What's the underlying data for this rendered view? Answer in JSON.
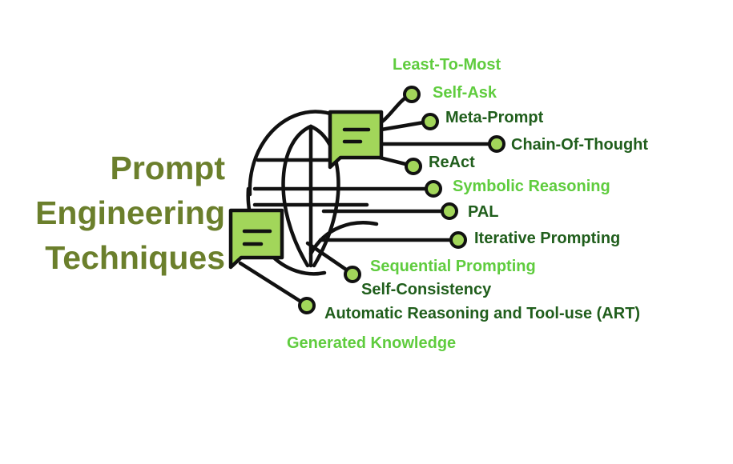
{
  "title": {
    "lines": [
      "Prompt",
      "Engineering",
      "Techniques"
    ]
  },
  "techniques": [
    {
      "label": "Least-To-Most",
      "tone": "light"
    },
    {
      "label": "Self-Ask",
      "tone": "light"
    },
    {
      "label": "Meta-Prompt",
      "tone": "dark"
    },
    {
      "label": "Chain-Of-Thought",
      "tone": "dark"
    },
    {
      "label": "ReAct",
      "tone": "dark"
    },
    {
      "label": "Symbolic Reasoning",
      "tone": "light"
    },
    {
      "label": "PAL",
      "tone": "dark"
    },
    {
      "label": "Iterative Prompting",
      "tone": "dark"
    },
    {
      "label": "Sequential Prompting",
      "tone": "light"
    },
    {
      "label": "Self-Consistency",
      "tone": "dark"
    },
    {
      "label": "Automatic Reasoning and Tool-use (ART)",
      "tone": "dark"
    },
    {
      "label": "Generated Knowledge",
      "tone": "light"
    }
  ],
  "colors": {
    "title": "#6b7f2c",
    "label_dark": "#205e1c",
    "label_light": "#5fcc3e",
    "icon_fill": "#a2d65a",
    "stroke": "#111111"
  },
  "icons": [
    "globe-icon",
    "chat-bubble-icon",
    "chat-bubble-icon"
  ]
}
